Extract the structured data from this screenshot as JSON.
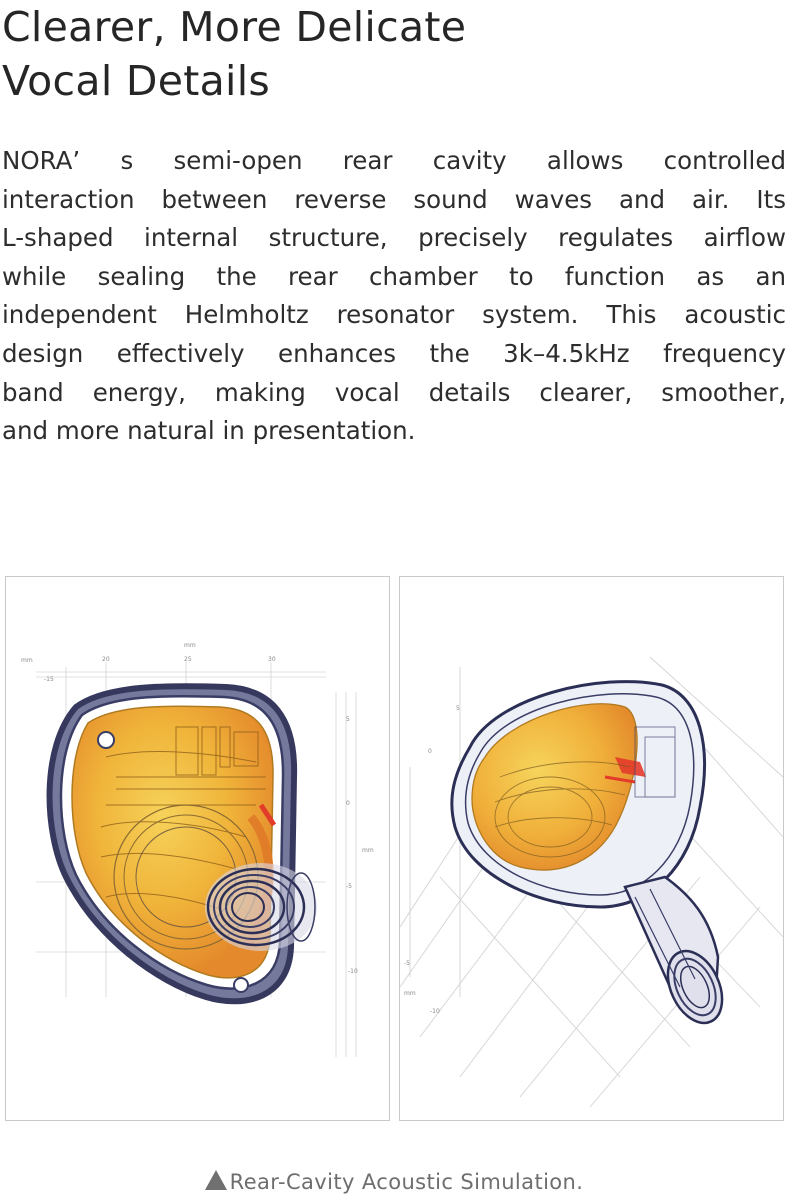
{
  "heading": {
    "lines": [
      "Clearer, More Delicate",
      "Vocal Details"
    ]
  },
  "body": {
    "lines": [
      "NORA’ s semi-open rear cavity allows controlled",
      "interaction between reverse sound waves and air. Its",
      "L-shaped internal structure, precisely regulates airflow",
      "while sealing the rear chamber to function as an",
      "independent Helmholtz resonator system. This acoustic",
      "design effectively enhances the 3k–4.5kHz frequency",
      "band energy, making vocal details clearer, smoother,",
      "and more natural in presentation."
    ]
  },
  "figures": {
    "left_ticks": {
      "unit_top": "mm",
      "unit_left": "mm",
      "x": [
        "20",
        "25",
        "30"
      ],
      "x_minor": "-15",
      "y": [
        "5",
        "0",
        "-5",
        "-10"
      ],
      "unit_right": "mm"
    },
    "right_ticks": {
      "y": [
        "5",
        "0",
        "-5",
        "-10"
      ],
      "unit": "mm"
    }
  },
  "caption": {
    "text": "Rear-Cavity Acoustic Simulation."
  },
  "colors": {
    "heading": "#262626",
    "body": "#2d2d2d",
    "caption": "#6e6e6e",
    "shell_outline": "#2c2f55",
    "fill_yellow": "#f2c13a",
    "fill_orange": "#e3862d",
    "fill_red": "#e23b2a"
  }
}
